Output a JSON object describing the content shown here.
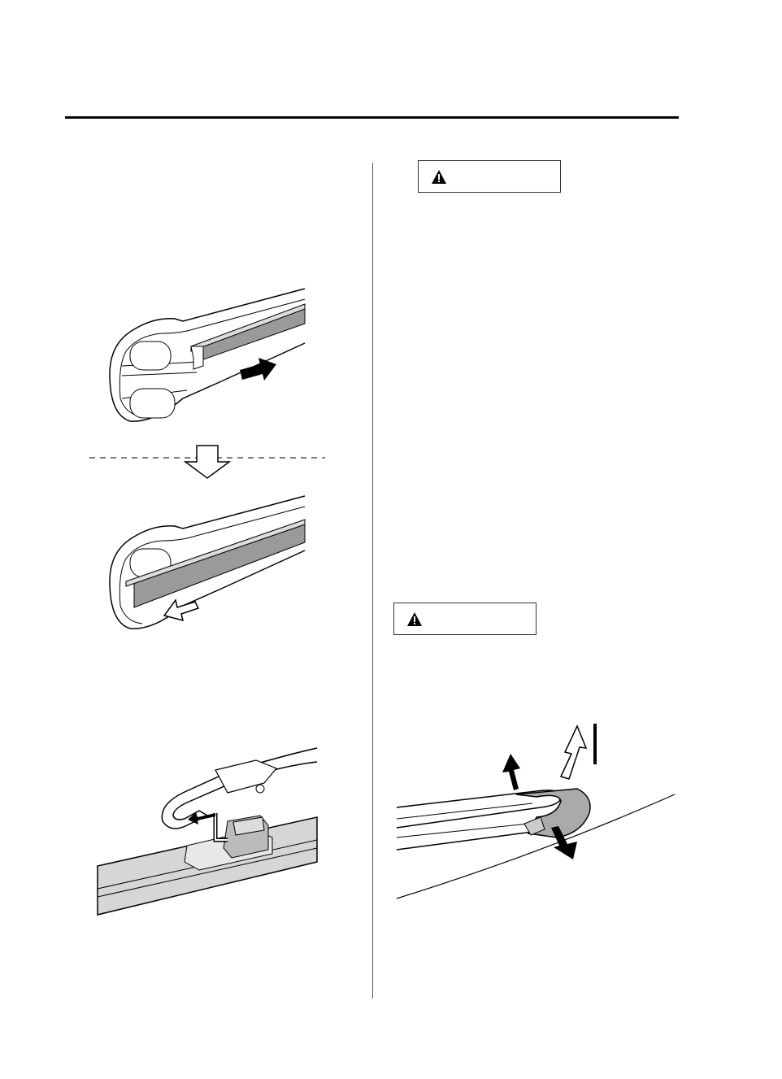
{
  "warnings": [
    {
      "icon": "warning-triangle-icon",
      "label": ""
    },
    {
      "icon": "warning-triangle-icon",
      "label": ""
    }
  ],
  "figures": [
    {
      "name": "blade-rubber-slide-out",
      "arrow": "right"
    },
    {
      "name": "next-step-down-arrow"
    },
    {
      "name": "blade-rubber-slide-in",
      "arrow": "left"
    },
    {
      "name": "wiper-arm-hook-release"
    },
    {
      "name": "wiper-arm-lift-off"
    }
  ],
  "colors": {
    "ink": "#000000",
    "rubber_fill": "#9a9a9a",
    "blade_fill": "#d6d6d6"
  }
}
